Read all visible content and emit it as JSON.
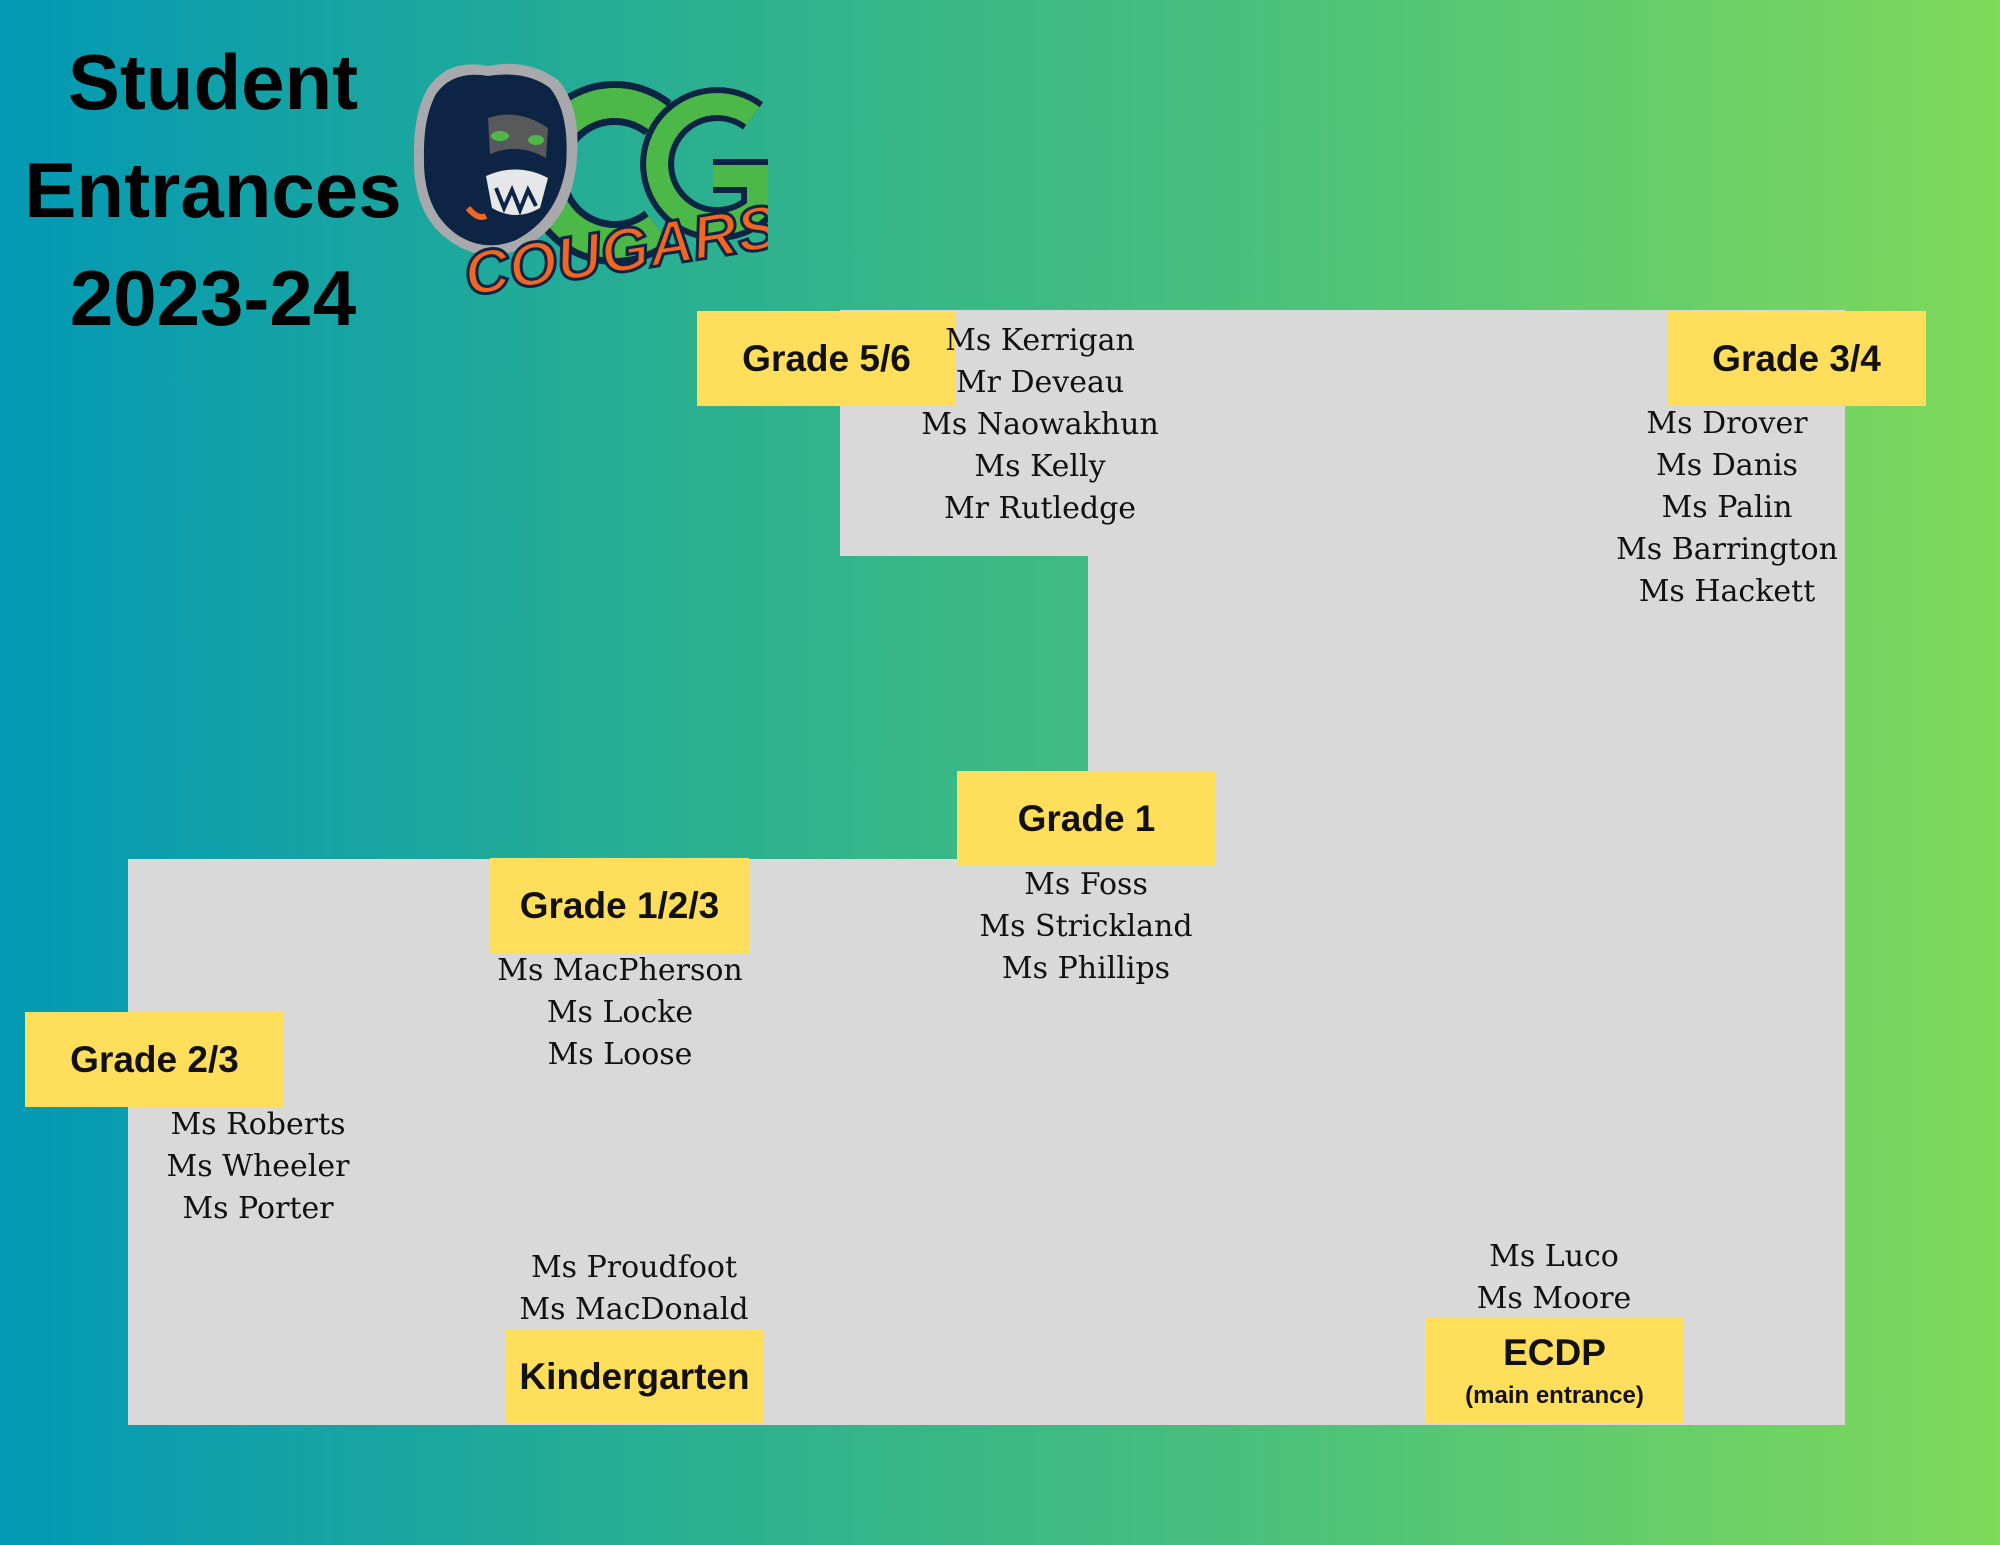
{
  "title": {
    "line1": "Student",
    "line2": "Entrances",
    "line3": "2023-24"
  },
  "logo": {
    "letters": "CG",
    "wordmark": "COUGARS",
    "colors": {
      "navy": "#0d2444",
      "green": "#4cb848",
      "orange": "#f26522",
      "silver": "#a7a9ac"
    }
  },
  "colors": {
    "floor": "#d9d9d9",
    "label": "#ffde5c",
    "gradient_start": "#0399b5",
    "gradient_end": "#7fd95a"
  },
  "entrances": {
    "g56": {
      "label": "Grade 5/6",
      "teachers": [
        "Ms Kerrigan",
        "Mr Deveau",
        "Ms Naowakhun",
        "Ms Kelly",
        "Mr Rutledge"
      ]
    },
    "g34": {
      "label": "Grade 3/4",
      "teachers": [
        "Ms Drover",
        "Ms Danis",
        "Ms Palin",
        "Ms Barrington",
        "Ms Hackett"
      ]
    },
    "g1": {
      "label": "Grade 1",
      "teachers": [
        "Ms Foss",
        "Ms Strickland",
        "Ms Phillips"
      ]
    },
    "g123": {
      "label": "Grade 1/2/3",
      "teachers": [
        "Ms MacPherson",
        "Ms Locke",
        "Ms Loose"
      ]
    },
    "g23": {
      "label": "Grade 2/3",
      "teachers": [
        "Ms Roberts",
        "Ms Wheeler",
        "Ms Porter"
      ]
    },
    "kindergarten": {
      "label": "Kindergarten",
      "teachers": [
        "Ms Proudfoot",
        "Ms MacDonald"
      ]
    },
    "ecdp": {
      "label": "ECDP",
      "sublabel": "(main entrance)",
      "teachers": [
        "Ms Luco",
        "Ms Moore"
      ]
    }
  }
}
